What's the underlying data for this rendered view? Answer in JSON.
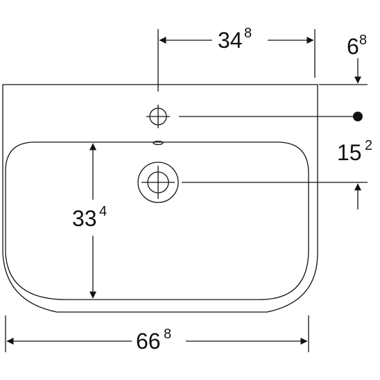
{
  "colors": {
    "line": "#111111",
    "background": "#ffffff"
  },
  "dimensions": {
    "tap_hole_offset": {
      "main": "34",
      "sup": "8"
    },
    "rim_to_tap_hole": {
      "main": "6",
      "sup": "8"
    },
    "tap_to_waste": {
      "main": "15",
      "sup": "2"
    },
    "bowl_depth": {
      "main": "33",
      "sup": "4"
    },
    "overall_width": {
      "main": "66",
      "sup": "8"
    }
  }
}
